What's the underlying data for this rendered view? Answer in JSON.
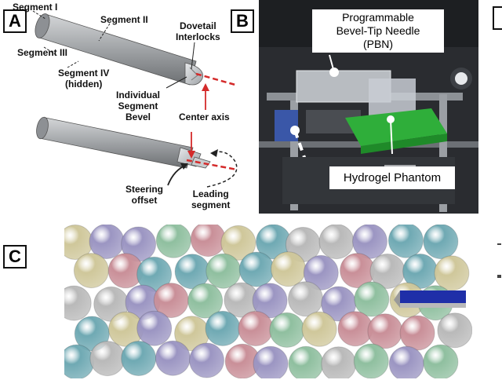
{
  "panel_a": {
    "letter": "A",
    "labels": {
      "segment_1": "Segment I",
      "segment_2": "Segment II",
      "segment_3": "Segment III",
      "segment_4_line1": "Segment IV",
      "segment_4_line2": "(hidden)",
      "dovetail_line1": "Dovetail",
      "dovetail_line2": "Interlocks",
      "bevel_line1": "Individual",
      "bevel_line2": "Segment",
      "bevel_line3": "Bevel",
      "center_axis": "Center axis",
      "steering_line1": "Steering",
      "steering_line2": "offset",
      "leading_line1": "Leading",
      "leading_line2": "segment"
    },
    "colors": {
      "needle": "#a9acaf",
      "axis": "#d42b2b",
      "arrow": "#222222"
    }
  },
  "panel_b": {
    "letter": "B",
    "pbn_line1": "Programmable",
    "pbn_line2": "Bevel-Tip Needle",
    "pbn_line3": "(PBN)",
    "phantom_label": "Hydrogel Phantom",
    "colors": {
      "background": "#1d1f22",
      "gel": "#2fae3a"
    }
  },
  "panel_c": {
    "letter": "C",
    "colors": {
      "spheres": [
        "#cfc79a",
        "#6fa9b3",
        "#c98f98",
        "#9b95c2",
        "#8fbf9f",
        "#b9b9b9"
      ],
      "needle": "#1f2fa8"
    }
  }
}
